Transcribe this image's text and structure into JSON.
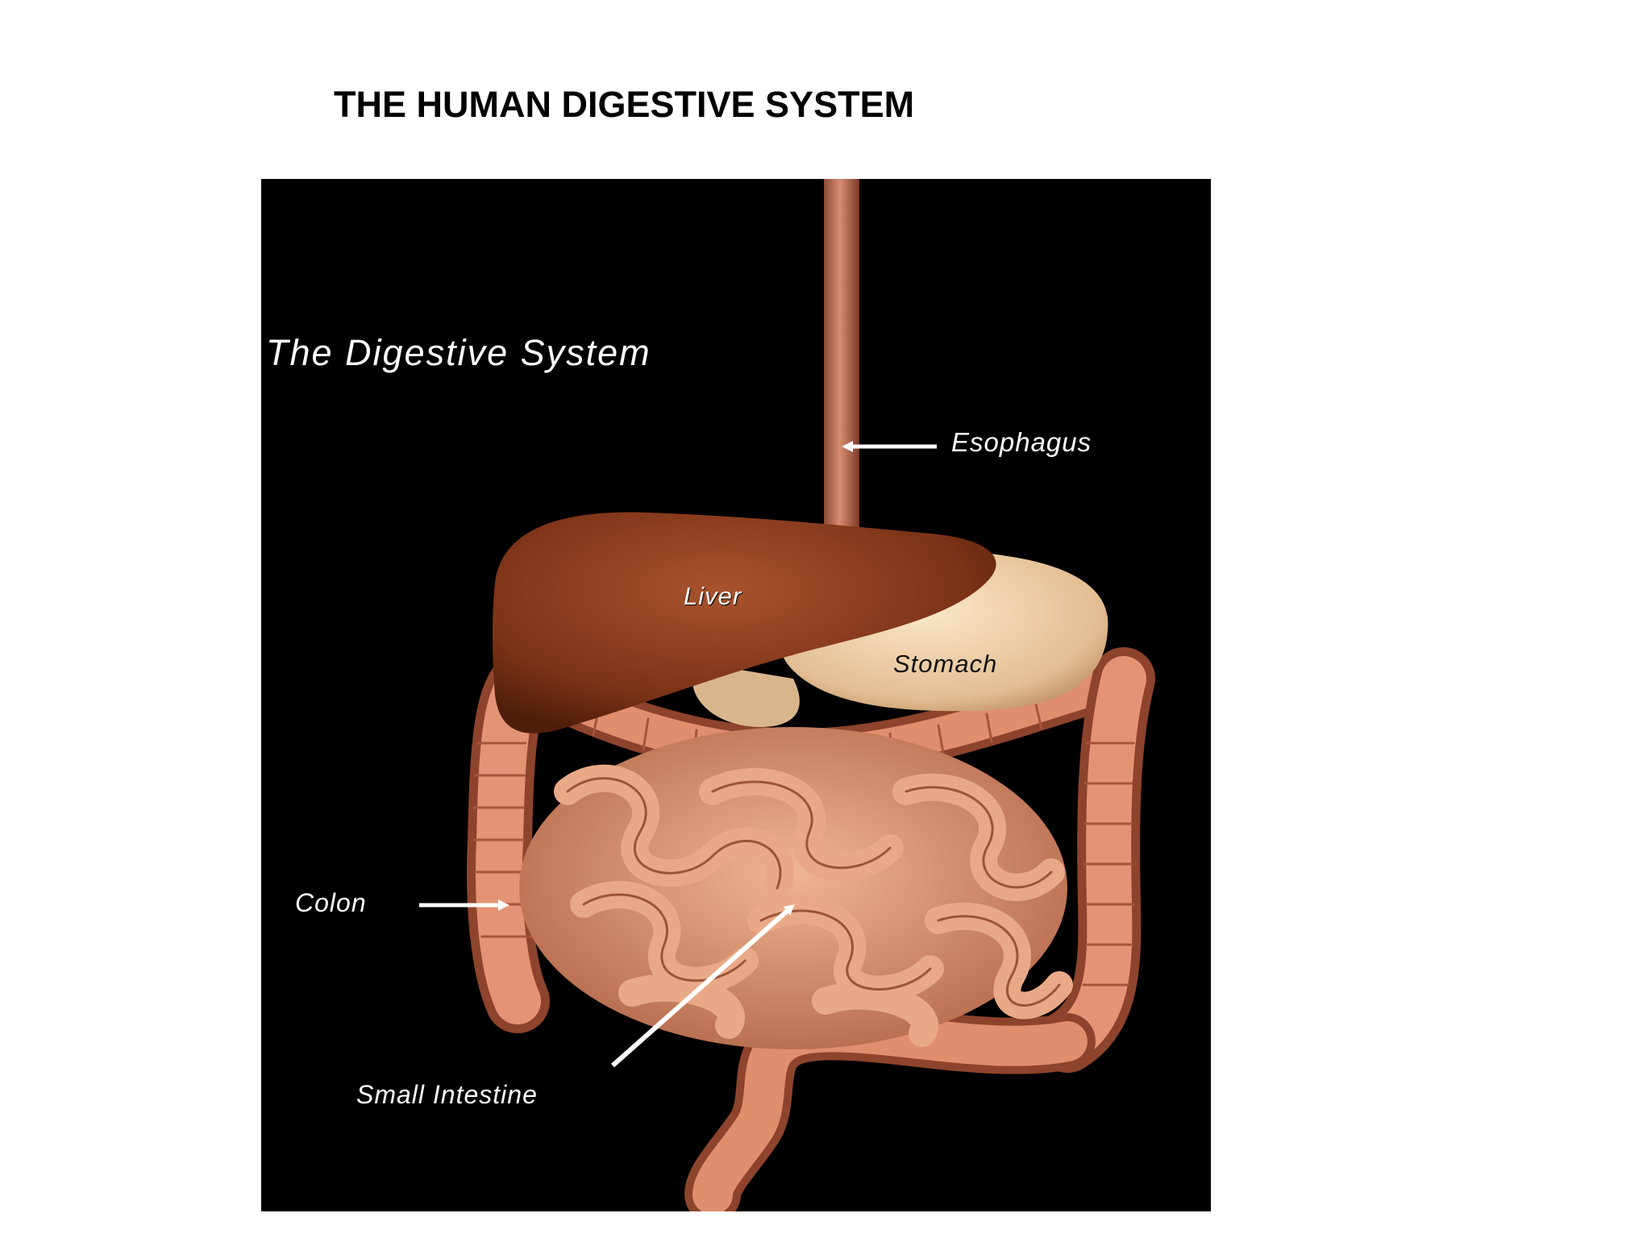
{
  "slide": {
    "title": "THE HUMAN DIGESTIVE SYSTEM"
  },
  "figure": {
    "title": "The Digestive System",
    "labels": {
      "esophagus": "Esophagus",
      "liver": "Liver",
      "stomach": "Stomach",
      "colon": "Colon",
      "small_intestine": "Small Intestine"
    }
  },
  "colors": {
    "background": "#000000",
    "liver": "#8a3a1c",
    "stomach": "#eccfa6",
    "intestine": "#e7a07c",
    "colon": "#d97a5a",
    "esophagus": "#c9735a"
  }
}
